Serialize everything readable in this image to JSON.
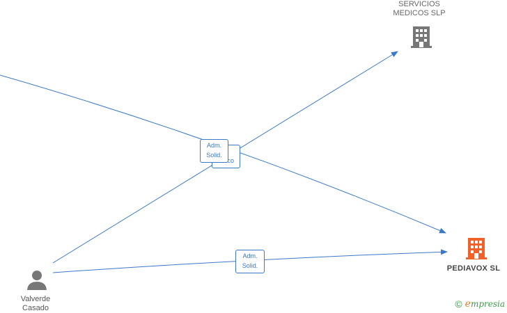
{
  "nodes": {
    "servicios": {
      "line1": "SERVICIOS",
      "line2": "MEDICOS SLP"
    },
    "pediavox": {
      "name": "PEDIAVOX  SL"
    },
    "person": {
      "line1": "Valverde",
      "line2": "Casado"
    }
  },
  "edges": {
    "label_top_front": {
      "line1": "Adm.",
      "line2": "Solid."
    },
    "label_top_back": {
      "line1": "...",
      "line2": "Único"
    },
    "label_bottom": {
      "line1": "Adm.",
      "line2": "Solid."
    }
  },
  "brand": {
    "copyright": "©",
    "e": "e",
    "rest": "mpresia"
  },
  "colors": {
    "edge": "#3a78c8",
    "company_gray": "#777777",
    "company_highlight": "#f0622a",
    "person": "#777777"
  }
}
